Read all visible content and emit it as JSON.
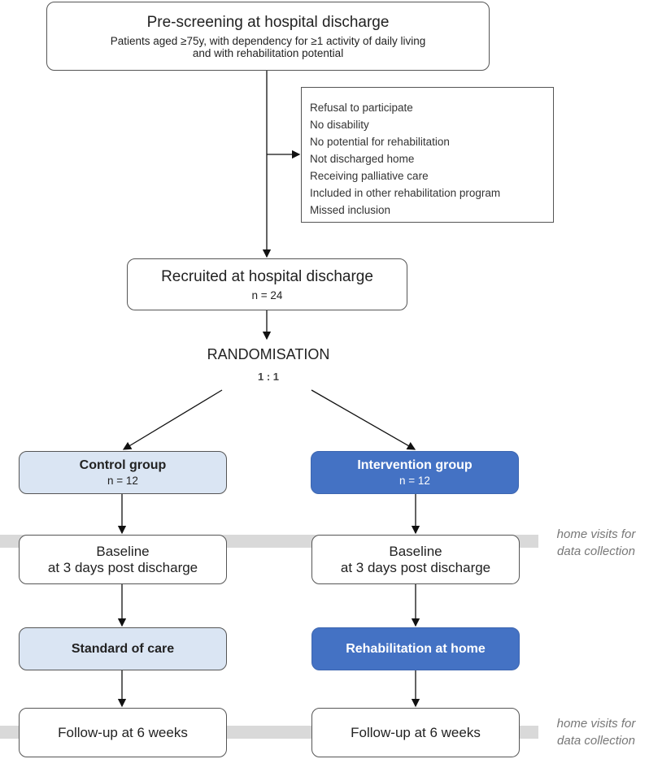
{
  "prescreen": {
    "title": "Pre-screening at hospital discharge",
    "line1": "Patients aged ≥75y, with dependency for ≥1 activity of daily living",
    "line2": "and with rehabilitation potential"
  },
  "exclusions": [
    "Refusal to participate",
    "No disability",
    "No potential for rehabilitation",
    "Not discharged home",
    "Receiving palliative care",
    "Included in other rehabilitation program",
    "Missed inclusion"
  ],
  "recruited": {
    "title": "Recruited at hospital discharge",
    "n": "n = 24"
  },
  "randomisation": {
    "label": "RANDOMISATION",
    "ratio": "1 : 1"
  },
  "control": {
    "group": "Control group",
    "n": "n = 12",
    "baseline1": "Baseline",
    "baseline2": "at 3 days post discharge",
    "treatment": "Standard of care",
    "followup": "Follow-up at 6 weeks"
  },
  "intervention": {
    "group": "Intervention group",
    "n": "n = 12",
    "baseline1": "Baseline",
    "baseline2": "at 3 days post discharge",
    "treatment": "Rehabilitation at home",
    "followup": "Follow-up at 6 weeks"
  },
  "notes": {
    "home_visits_1a": "home visits for",
    "home_visits_1b": "data collection",
    "home_visits_2a": "home visits for",
    "home_visits_2b": "data collection"
  },
  "colors": {
    "control_fill": "#dae5f3",
    "intervention_fill": "#4472c4",
    "band": "#d9d9d9"
  }
}
